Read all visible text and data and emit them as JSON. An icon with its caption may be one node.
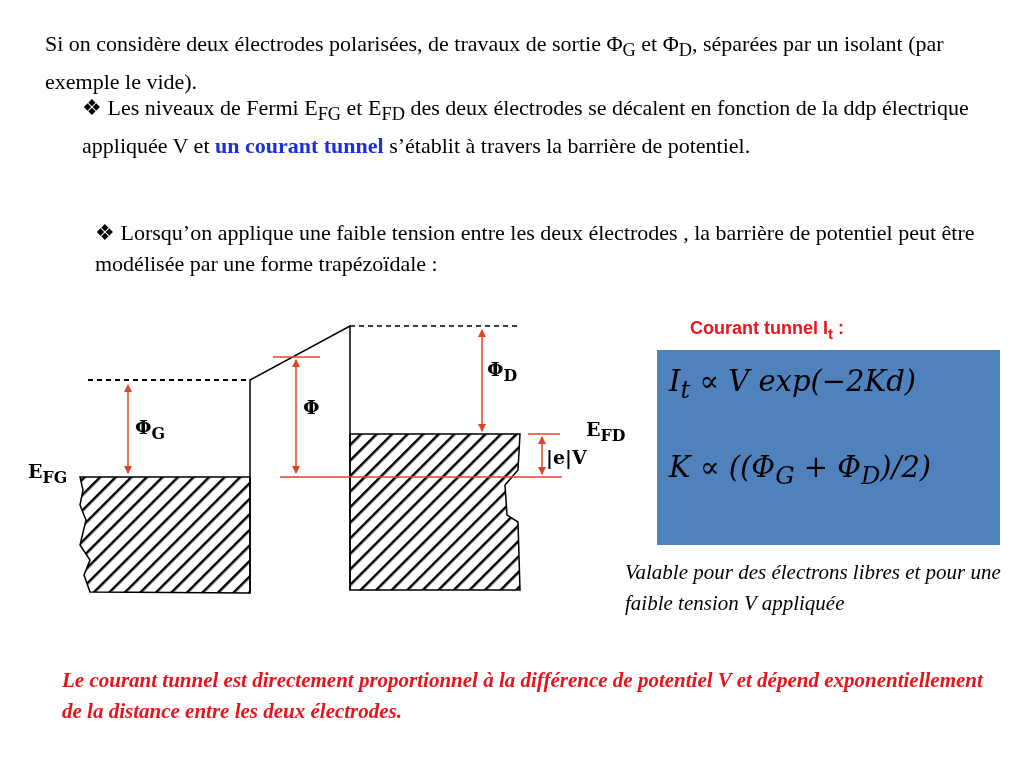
{
  "diagram": {
    "nodes": [
      {
        "text": [
          "I$_{t}$ ∝ V exp(−2Kd)",
          "K ∝ ((Φ$_{G}$ + Φ$_{D}$)/2)"
        ]
      }
    ],
    "edges": [],
    "labels": [
      "Si on considère deux électrodes polarisées, de travaux de sortie Φ$_{G}$ et Φ$_{D}$, séparées par un isolant (par exemple le vide).",
      "❖ Les niveaux de Fermi E$_{FG}$ et E$_{FD}$ des deux électrodes se décalent en fonction de la ddp électrique appliquée V et **un courant tunnel** s’établit à travers la barrière de potentiel.",
      "❖ Lorsqu’on applique une faible tension entre les deux électrodes , la barrière de potentiel peut être modélisée par une forme trapézoïdale :",
      "Courant tunnel I$_{t}$ :",
      "Φ$_{D}$",
      "Φ",
      "Φ$_{G}$",
      "E$_{FD}$",
      "|e|V",
      "E$_{FG}$",
      "Valable pour des électrons libres et pour une faible tension V appliquée",
      "Le courant tunnel est directement proportionnel à la différence de potentiel V et dépend exponentiellement de la distance entre les deux électrodes."
    ]
  }
}
